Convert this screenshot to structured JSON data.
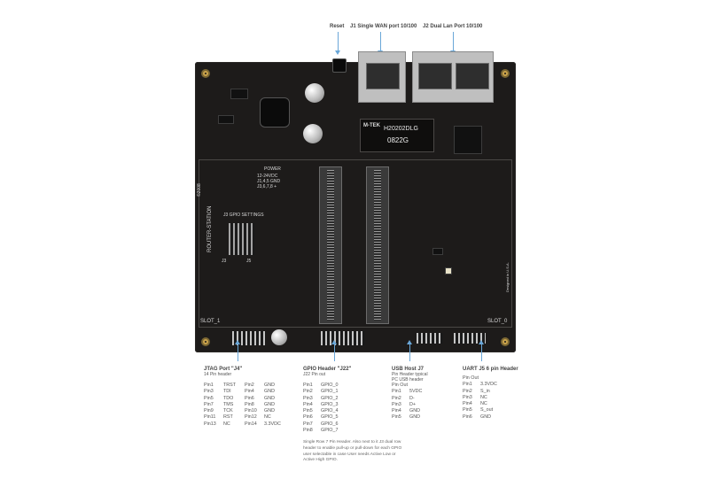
{
  "top_labels": {
    "reset": "Reset",
    "j1": "J1 Single WAN port 10/100",
    "j2": "J2 Dual Lan Port 10/100"
  },
  "board": {
    "module_brand": "M-TEK",
    "module_model": "H20202DLG",
    "module_code": "0822G",
    "slot_left": "SLOT_1",
    "slot_right": "SLOT_0",
    "router_station": "ROUTER-STATION",
    "copyright": "©2008",
    "gpio_settings": "J3 GPIO SETTINGS",
    "j3": "J3",
    "j5": "J5",
    "power": "POWER",
    "power_spec_1": "12-24VDC",
    "power_spec_2": "J1,4,5 GND",
    "power_spec_3": "J3,6,7,8 +",
    "designed": "Designed in U.S.A."
  },
  "jtag": {
    "title": "JTAG Port \"J4\"",
    "subtitle": "14 Pin header",
    "pins": [
      [
        "Pin1",
        "TRST",
        "Pin2",
        "GND"
      ],
      [
        "Pin3",
        "TDI",
        "Pin4",
        "GND"
      ],
      [
        "Pin5",
        "TDO",
        "Pin6",
        "GND"
      ],
      [
        "Pin7",
        "TMS",
        "Pin8",
        "GND"
      ],
      [
        "Pin9",
        "TCK",
        "Pin10",
        "GND"
      ],
      [
        "Pin11",
        "RST",
        "Pin12",
        "NC"
      ],
      [
        "Pin13",
        "NC",
        "Pin14",
        "3.3VDC"
      ]
    ]
  },
  "gpio": {
    "title": "GPIO Header \"J22\"",
    "subtitle": "J22 Pin out",
    "pins": [
      [
        "Pin1",
        "GPIO_0"
      ],
      [
        "Pin2",
        "GPIO_1"
      ],
      [
        "Pin3",
        "GPIO_2"
      ],
      [
        "Pin4",
        "GPIO_3"
      ],
      [
        "Pin5",
        "GPIO_4"
      ],
      [
        "Pin6",
        "GPIO_5"
      ],
      [
        "Pin7",
        "GPIO_6"
      ],
      [
        "Pin8",
        "GPIO_7"
      ]
    ],
    "note": "Single Row 7 Pin Header. Also next to it J3 dual row header to enable pull-up or pull-down for each GPIO user selectable in case User needs Active Low or Active High GPIO."
  },
  "usb": {
    "title": "USB Host J7",
    "subtitle_1": "Pin Header typical",
    "subtitle_2": "PC USB header",
    "pinout": "Pin Out",
    "pins": [
      [
        "Pin1",
        "5VDC"
      ],
      [
        "Pin2",
        "D-"
      ],
      [
        "Pin3",
        "D+"
      ],
      [
        "Pin4",
        "GND"
      ],
      [
        "Pin5",
        "GND"
      ]
    ]
  },
  "uart": {
    "title": "UART J5 6 pin Header",
    "pinout": "Pin Out",
    "pins": [
      [
        "Pin1",
        "3.3VDC"
      ],
      [
        "Pin2",
        "S_in"
      ],
      [
        "Pin3",
        "NC"
      ],
      [
        "Pin4",
        "NC"
      ],
      [
        "Pin5",
        "S_out"
      ],
      [
        "Pin6",
        "GND"
      ]
    ]
  },
  "colors": {
    "arrow": "#6aa7d8",
    "pcb": "#1d1b1a",
    "text": "#4a4a4a"
  }
}
